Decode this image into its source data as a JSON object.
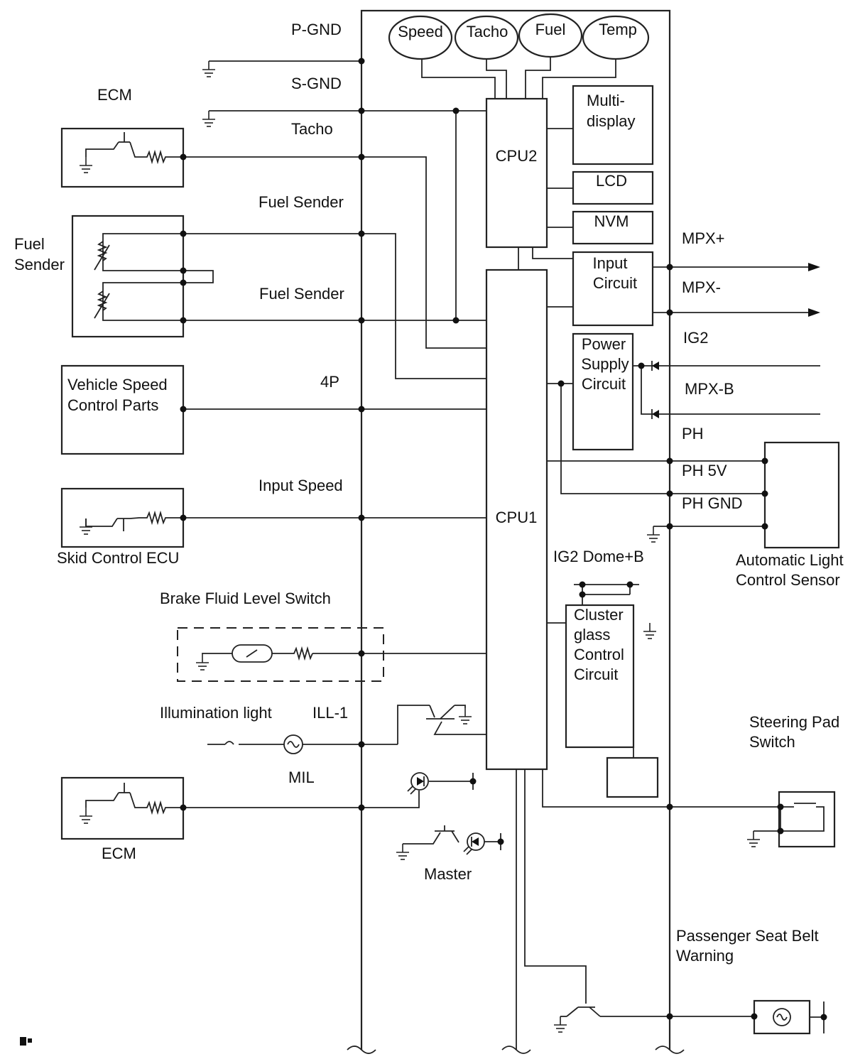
{
  "labels": {
    "p_gnd": "P-GND",
    "s_gnd": "S-GND",
    "tacho": "Tacho",
    "fuel_sender_1": "Fuel Sender",
    "fuel_sender_2": "Fuel Sender",
    "four_p": "4P",
    "input_speed": "Input Speed",
    "brake_fluid": "Brake Fluid Level Switch",
    "illumination": "Illumination light",
    "ill1": "ILL-1",
    "mil": "MIL",
    "master": "Master",
    "mpx_plus": "MPX+",
    "mpx_minus": "MPX-",
    "ig2": "IG2",
    "mpx_b": "MPX-B",
    "ph": "PH",
    "ph5v": "PH 5V",
    "phgnd": "PH GND",
    "ig2dome": "IG2 Dome+B",
    "steering_pad": [
      "Steering Pad",
      "Switch"
    ],
    "seatbelt": [
      "Passenger Seat Belt",
      "Warning"
    ],
    "alcs": [
      "Automatic Light",
      "Control Sensor"
    ]
  },
  "components": {
    "ecm_top": "ECM",
    "fuel_sender": [
      "Fuel",
      "Sender"
    ],
    "vsc_parts": [
      "Vehicle Speed",
      "Control Parts"
    ],
    "skid": "Skid Control ECU",
    "ecm_bottom": "ECM"
  },
  "meters": [
    "Speed",
    "Tacho",
    "Fuel",
    "Temp"
  ],
  "cpu2": "CPU2",
  "cpu1": "CPU1",
  "multi_display": [
    "Multi-",
    "display"
  ],
  "lcd": "LCD",
  "nvm": "NVM",
  "input_circuit": [
    "Input",
    "Circuit"
  ],
  "power_supply": [
    "Power",
    "Supply",
    "Circuit"
  ],
  "cluster": [
    "Cluster",
    "glass",
    "Control",
    "Circuit"
  ]
}
